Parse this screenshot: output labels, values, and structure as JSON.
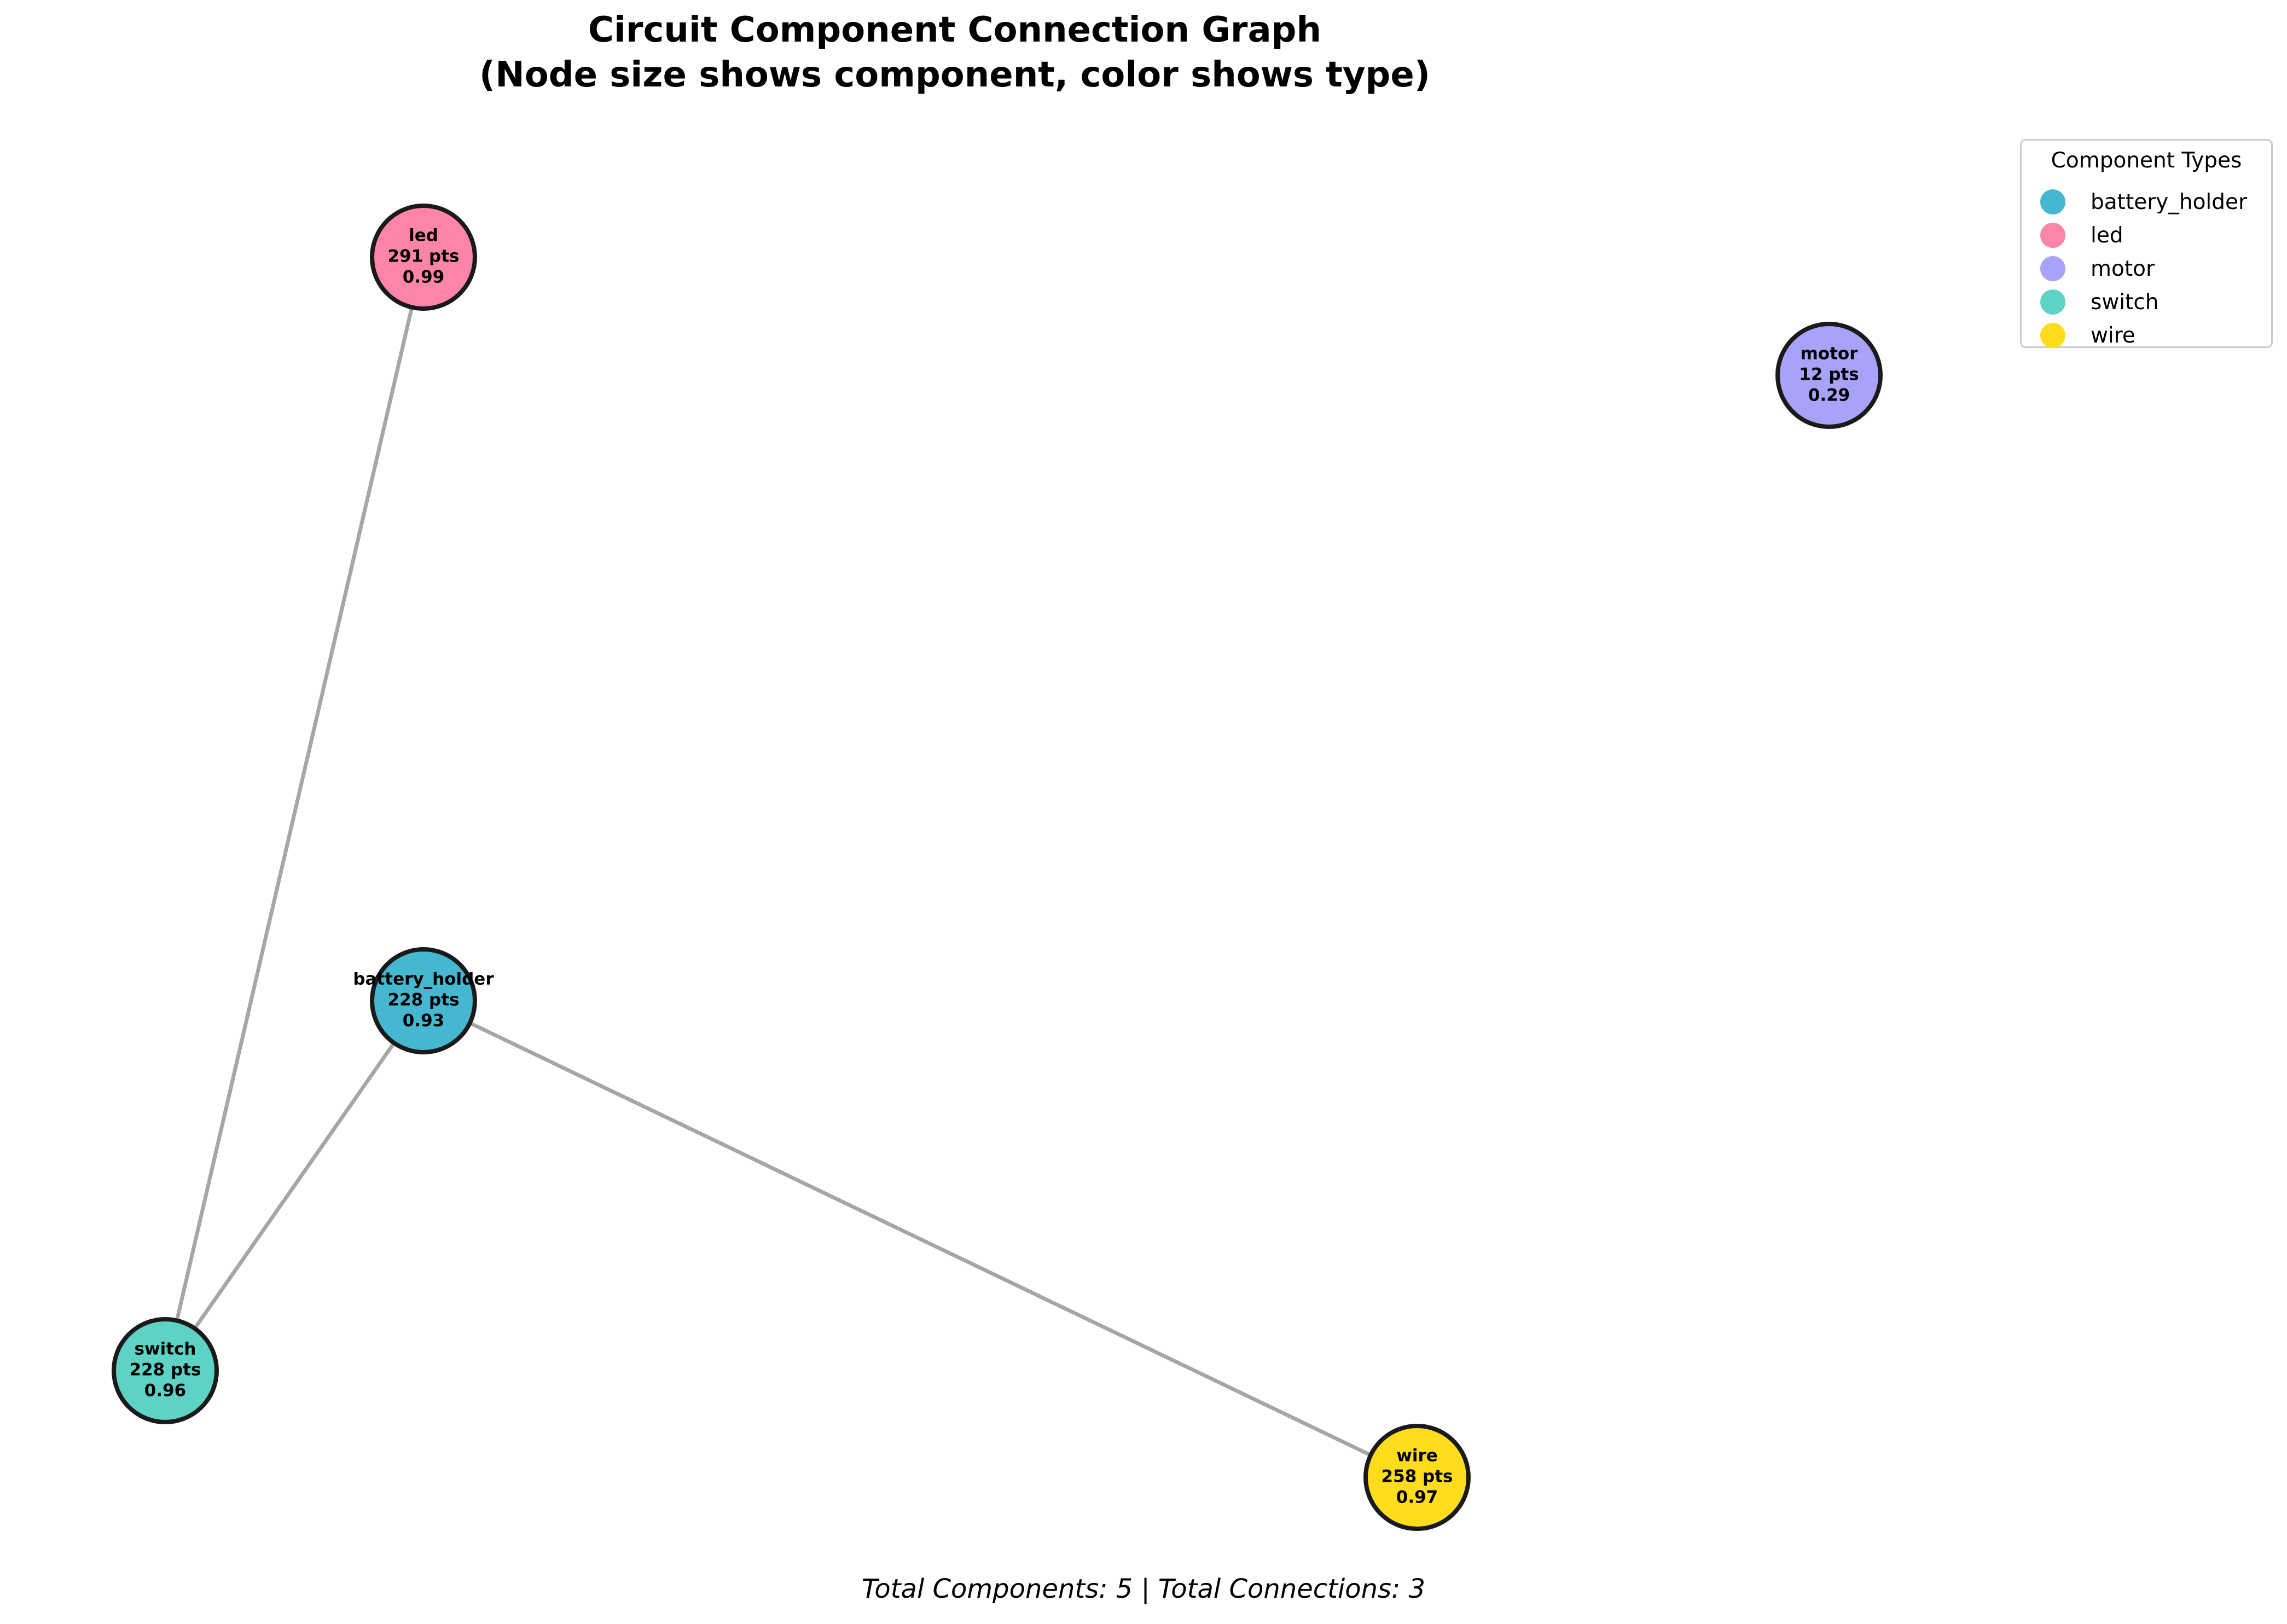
{
  "title": {
    "line1": "Circuit Component Connection Graph",
    "line2": "(Node size shows component, color shows type)"
  },
  "graph": {
    "nodes": [
      {
        "id": "battery_holder",
        "label": "battery_holder",
        "points": "228 pts",
        "score": "0.93",
        "color": "#45B7D1"
      },
      {
        "id": "led",
        "label": "led",
        "points": "291 pts",
        "score": "0.99",
        "color": "#FF85A8"
      },
      {
        "id": "motor",
        "label": "motor",
        "points": "12 pts",
        "score": "0.29",
        "color": "#A8A3F8"
      },
      {
        "id": "switch",
        "label": "switch",
        "points": "228 pts",
        "score": "0.96",
        "color": "#5DD3C6"
      },
      {
        "id": "wire",
        "label": "wire",
        "points": "258 pts",
        "score": "0.97",
        "color": "#FFDC1E"
      }
    ],
    "edges": [
      {
        "source": "led",
        "target": "switch"
      },
      {
        "source": "battery_holder",
        "target": "switch"
      },
      {
        "source": "battery_holder",
        "target": "wire"
      }
    ],
    "edge_color": "#A6A6A6",
    "node_outline_color": "#1A1A1A"
  },
  "legend": {
    "title": "Component Types",
    "items": [
      {
        "label": "battery_holder",
        "color": "#45B7D1"
      },
      {
        "label": "led",
        "color": "#FF85A8"
      },
      {
        "label": "motor",
        "color": "#A8A3F8"
      },
      {
        "label": "switch",
        "color": "#5DD3C6"
      },
      {
        "label": "wire",
        "color": "#FFDC1E"
      }
    ]
  },
  "footer": "Total Components: 5 | Total Connections: 3"
}
